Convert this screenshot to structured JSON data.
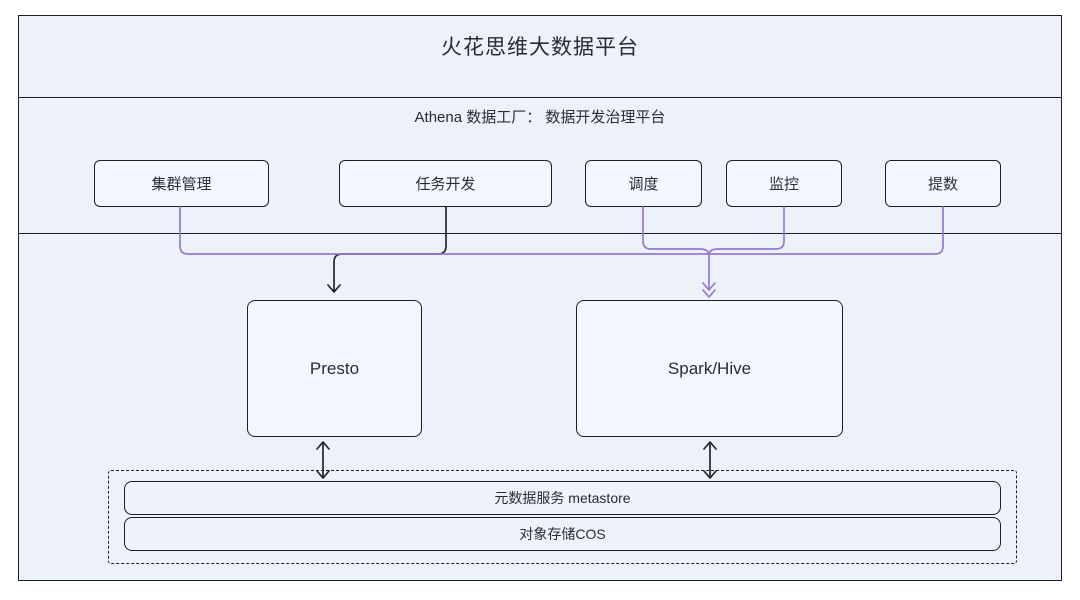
{
  "platform": {
    "title": "火花思维大数据平台"
  },
  "athena": {
    "title": "Athena 数据工厂： 数据开发治理平台"
  },
  "tools": [
    {
      "label": "集群管理"
    },
    {
      "label": "任务开发"
    },
    {
      "label": "调度"
    },
    {
      "label": "监控"
    },
    {
      "label": "提数"
    }
  ],
  "engines": [
    {
      "label": "Presto"
    },
    {
      "label": "Spark/Hive"
    }
  ],
  "storage": [
    {
      "label": "元数据服务 metastore"
    },
    {
      "label": "对象存储COS"
    }
  ],
  "colors": {
    "diagram_bg": "#edf1fa",
    "node_fill": "#f4f7fd",
    "bar_fill": "#eef2fb",
    "border_dark": "#1d1d2b",
    "link_black": "#24242e",
    "link_purple": "#9678d2",
    "text": "#2b2b38"
  }
}
